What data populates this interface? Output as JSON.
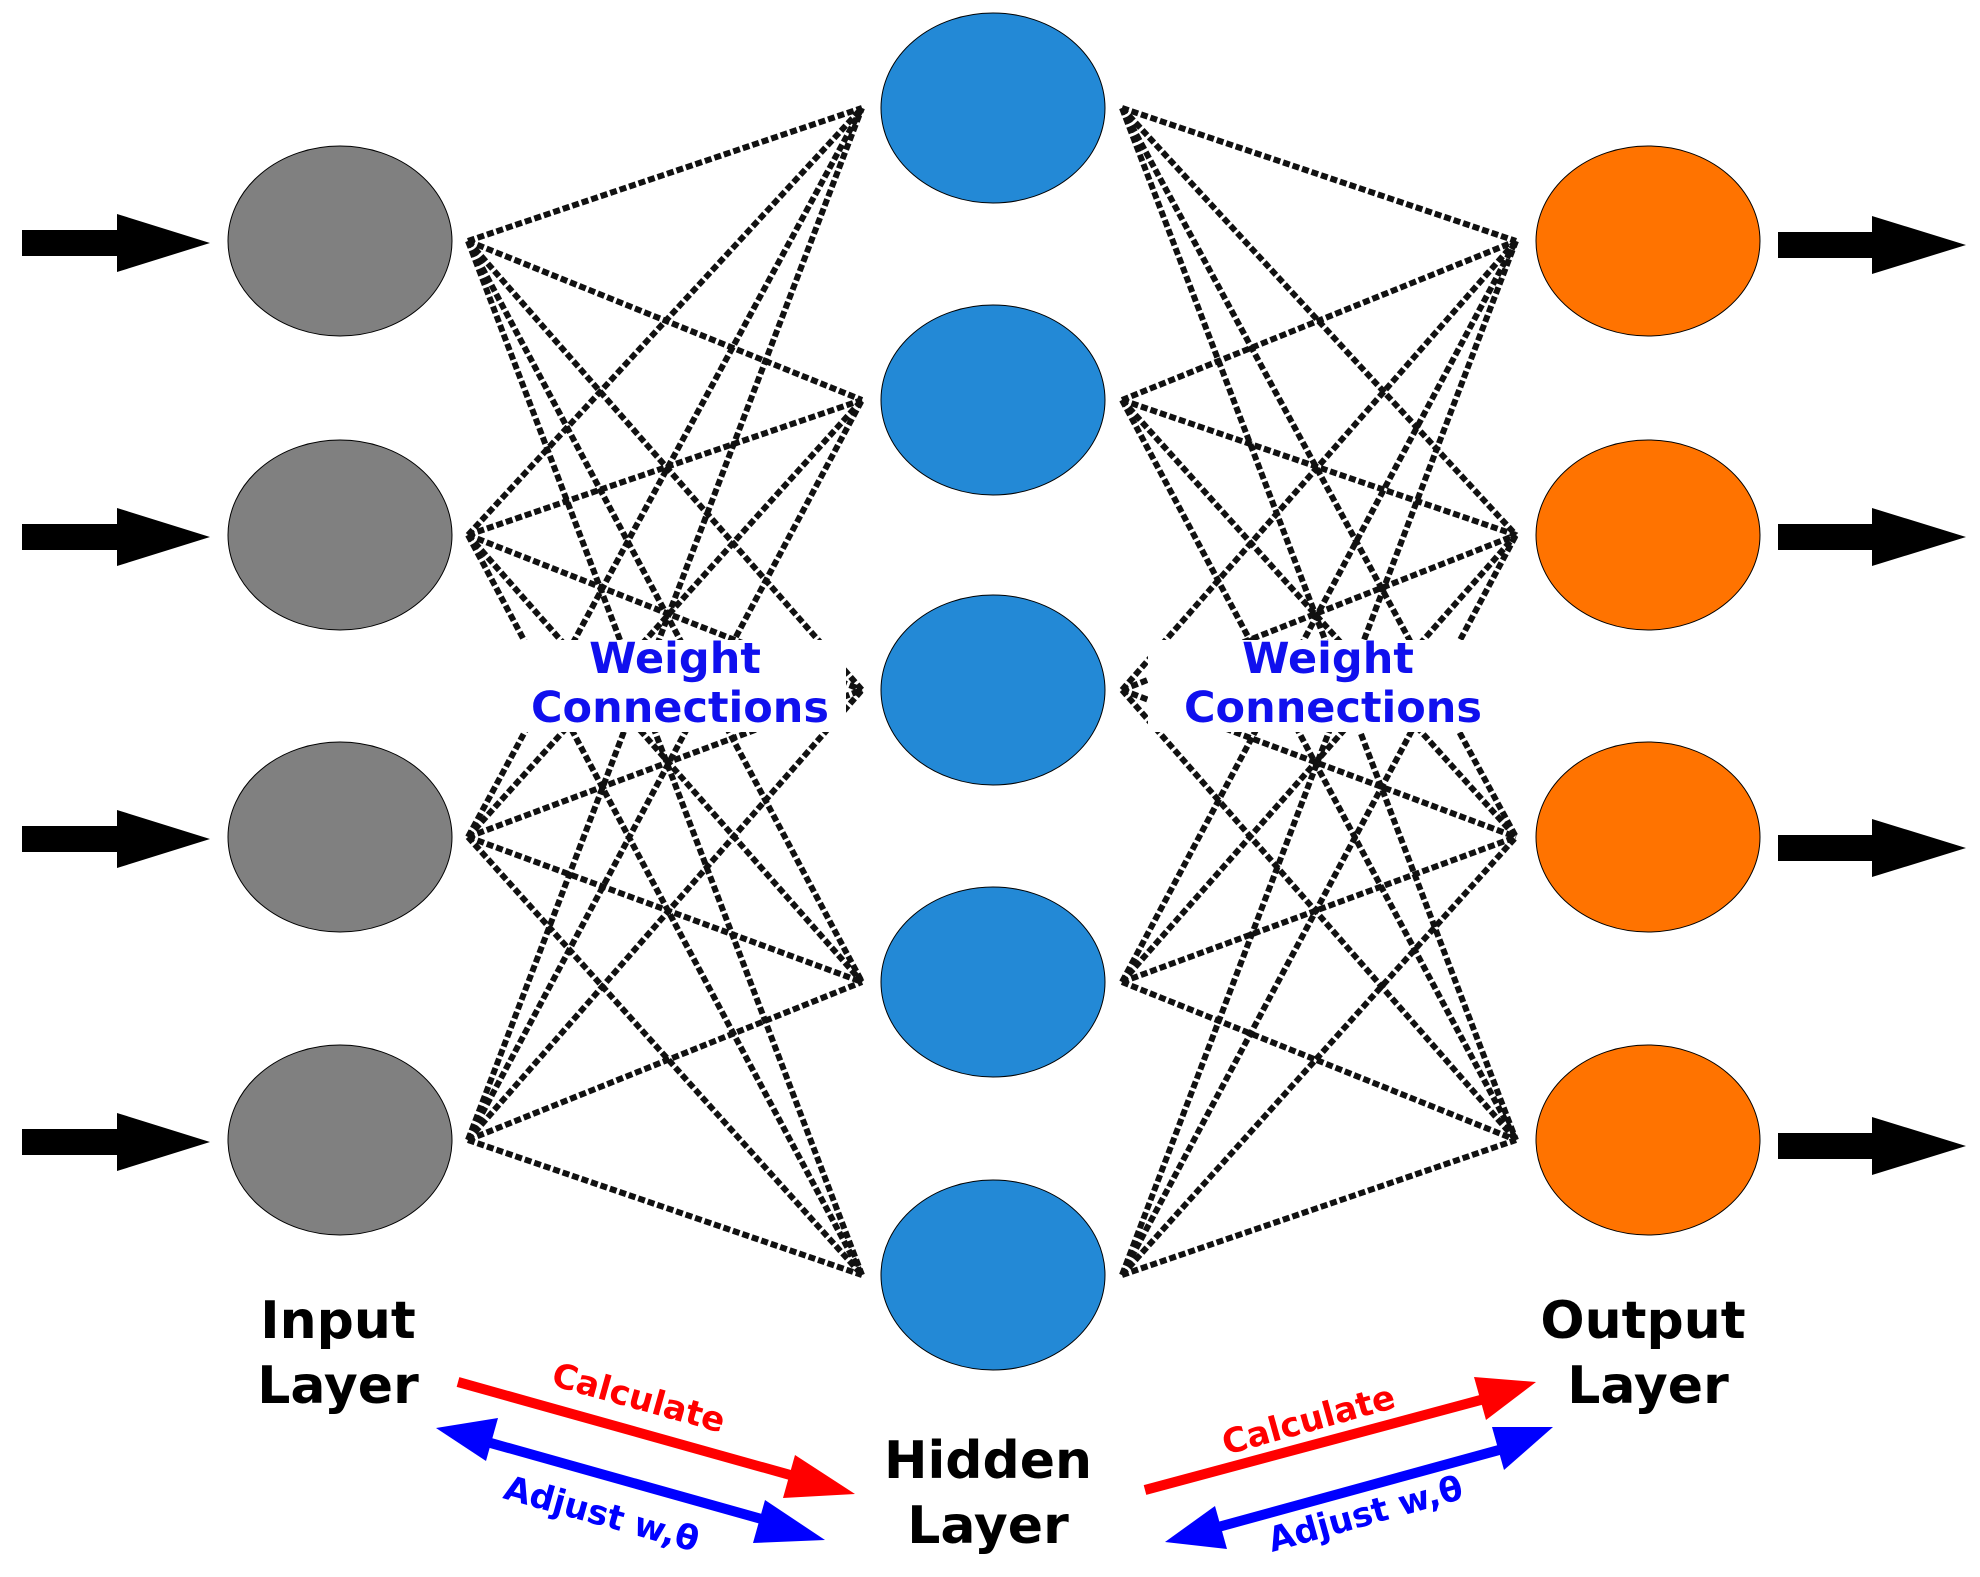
{
  "colors": {
    "input_node": "#808080",
    "hidden_node": "#2389D6",
    "output_node": "#FF7300",
    "connection": "#111111",
    "arrow": "#000000",
    "label": "#000000",
    "weight_label": "#1010EE",
    "calculate": "#FF0000",
    "adjust": "#0000FF"
  },
  "layers": {
    "input": {
      "label_line1": "Input",
      "label_line2": "Layer",
      "node_count": 4
    },
    "hidden": {
      "label_line1": "Hidden",
      "label_line2": "Layer",
      "node_count": 5
    },
    "output": {
      "label_line1": "Output",
      "label_line2": "Layer",
      "node_count": 4
    }
  },
  "weight_labels": {
    "left": {
      "line1": "Weight",
      "line2": "Connections"
    },
    "right": {
      "line1": "Weight",
      "line2": "Connections"
    }
  },
  "flows": {
    "left_calculate": "Calculate",
    "left_adjust": "Adjust w,θ",
    "right_calculate": "Calculate",
    "right_adjust": "Adjust w,θ"
  },
  "icons": {
    "input_arrow": "right-arrow-icon",
    "output_arrow": "right-arrow-icon"
  }
}
